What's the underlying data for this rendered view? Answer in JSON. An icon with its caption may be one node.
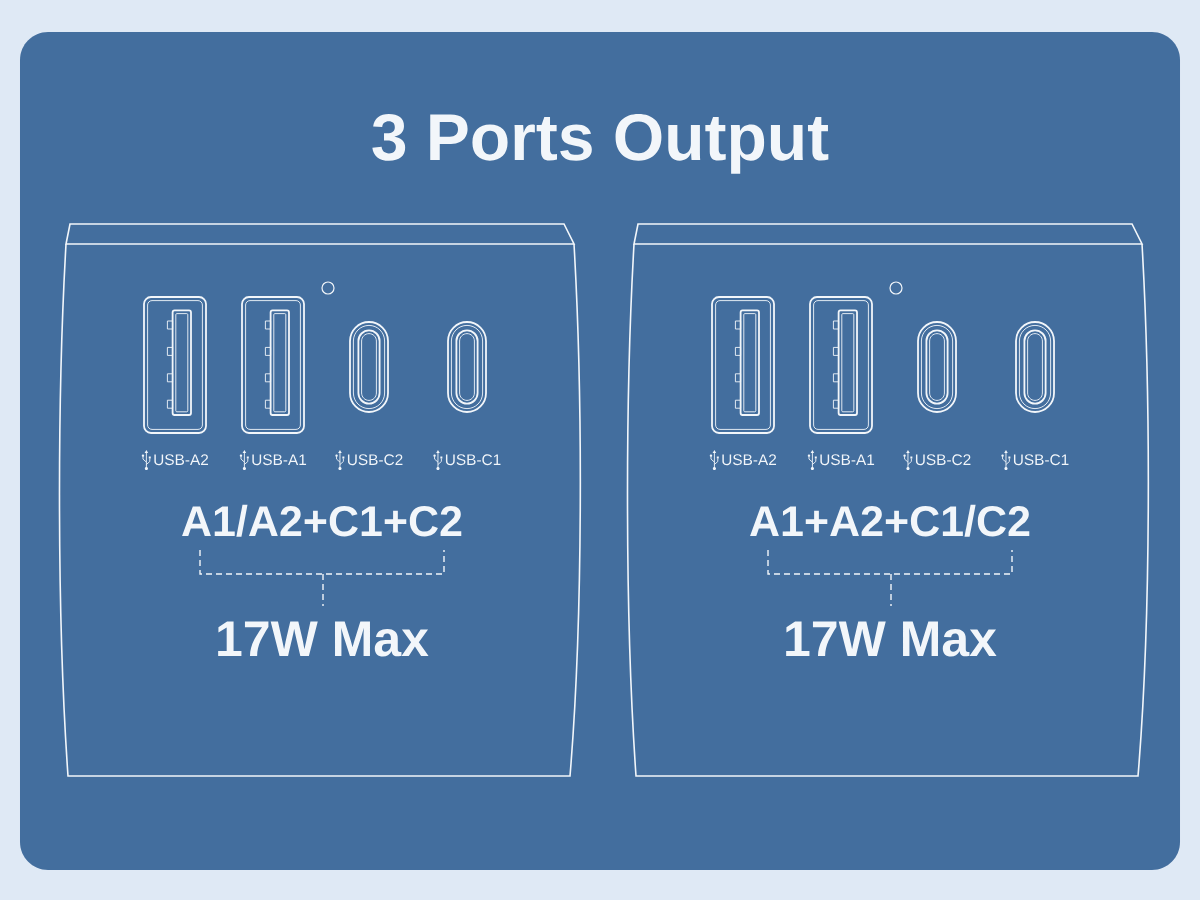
{
  "diagram": {
    "title": "3 Ports Output",
    "nodes": [
      {
        "text": [
          "A1/A2+C1+C2",
          "17W Max"
        ]
      },
      {
        "text": [],
        "shape": "box",
        "beside": [
          "USB-A2"
        ],
        "in": 0
      },
      {
        "text": [],
        "shape": "box",
        "beside": [
          "USB-A1"
        ],
        "in": 0
      },
      {
        "text": [],
        "shape": "capsule",
        "beside": [
          "USB-C2"
        ],
        "in": 0
      },
      {
        "text": [],
        "shape": "capsule",
        "beside": [
          "USB-C1"
        ],
        "in": 0
      },
      {
        "text": [
          "A1+A2+C1/C2",
          "17W Max"
        ]
      },
      {
        "text": [],
        "shape": "box",
        "beside": [
          "USB-A2"
        ],
        "in": 5
      },
      {
        "text": [],
        "shape": "box",
        "beside": [
          "USB-A1"
        ],
        "in": 5
      },
      {
        "text": [],
        "shape": "capsule",
        "beside": [
          "USB-C2"
        ],
        "in": 5
      },
      {
        "text": [],
        "shape": "capsule",
        "beside": [
          "USB-C1"
        ],
        "in": 5
      }
    ]
  }
}
